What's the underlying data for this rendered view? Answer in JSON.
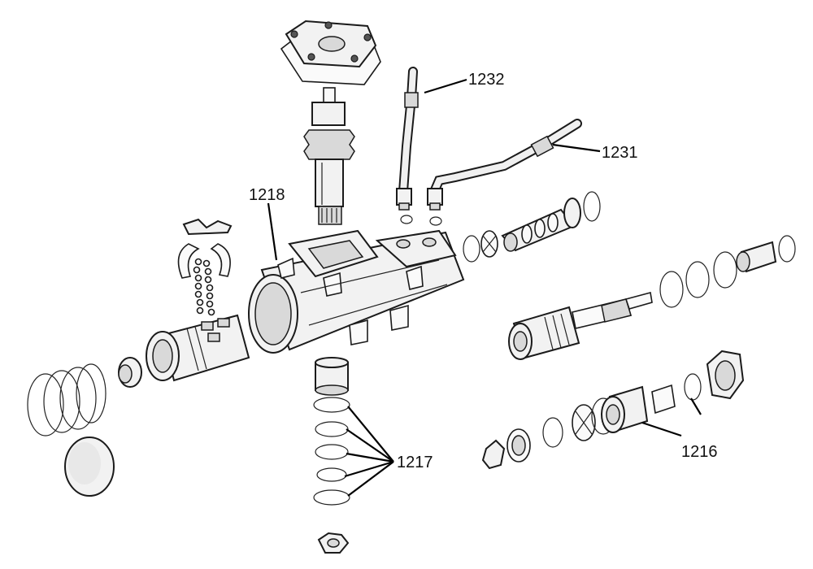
{
  "callouts": [
    {
      "id": "1232",
      "text": "1232"
    },
    {
      "id": "1231",
      "text": "1231"
    },
    {
      "id": "1218",
      "text": "1218"
    },
    {
      "id": "1217",
      "text": "1217"
    },
    {
      "id": "1216",
      "text": "1216"
    }
  ],
  "colors": {
    "ink": "#1b1b1b",
    "paper": "#ffffff",
    "shade": "#d9d9d9"
  },
  "icons": [
    "steering-gear-housing",
    "sector-shaft",
    "side-cover-plate",
    "hose",
    "seal-ring",
    "bearing",
    "ball-guide",
    "end-plug",
    "worm-shaft",
    "adjuster-nut"
  ]
}
